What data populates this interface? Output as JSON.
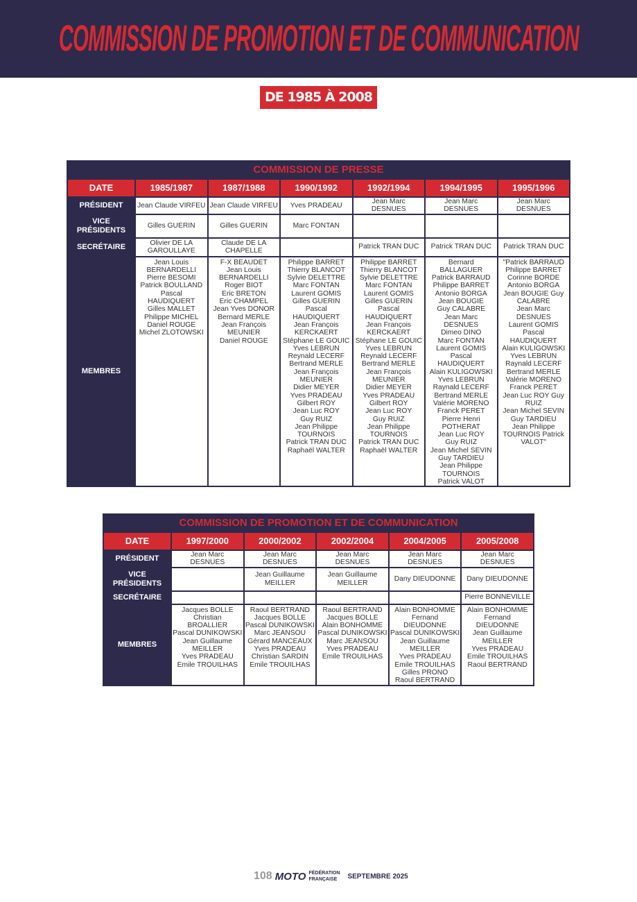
{
  "header": {
    "title": "COMMISSION DE PROMOTION ET DE COMMUNICATION",
    "period": "DE 1985 À 2008"
  },
  "labels": {
    "date": "DATE",
    "president": "PRÉSIDENT",
    "vice": "VICE PRÉSIDENTS",
    "secretary": "SECRÉTAIRE",
    "members": "MEMBRES"
  },
  "tables": [
    {
      "title": "COMMISSION DE PRESSE",
      "columns": [
        {
          "date": "1985/1987",
          "president": "Jean Claude VIRFEU",
          "vice": "Gilles GUERIN",
          "secretary": "Olivier DE LA GAROULLAYE",
          "members": [
            "Jean Louis BERNARDELLI",
            "Pierre BESOMI",
            "Patrick BOULLAND",
            "Pascal HAUDIQUERT",
            "Gilles MALLET",
            "Philippe MICHEL",
            "Daniel ROUGE",
            "Michel ZLOTOWSKI"
          ]
        },
        {
          "date": "1987/1988",
          "president": "Jean Claude VIRFEU",
          "vice": "Gilles GUERIN",
          "secretary": "Claude DE LA CHAPELLE",
          "members": [
            "F-X BEAUDET",
            "Jean Louis BERNARDELLI",
            "Roger BIOT",
            "Eric BRETON",
            "Eric CHAMPEL",
            "Jean Yves DONOR",
            "Bernard MERLE",
            "Jean François MEUNIER",
            "Daniel ROUGE"
          ]
        },
        {
          "date": "1990/1992",
          "president": "Yves PRADEAU",
          "vice": "Marc FONTAN",
          "secretary": "",
          "members": [
            "Philippe BARRET",
            "Thierry BLANCOT",
            "Sylvie DELETTRE",
            "Marc FONTAN",
            "Laurent GOMIS",
            "Gilles GUERIN",
            "Pascal HAUDIQUERT",
            "Jean François KERCKAERT",
            "Stéphane LE GOUIC",
            "Yves LEBRUN",
            "Reynald LECERF",
            "Bertrand MERLE",
            "Jean François MEUNIER",
            "Didier MEYER",
            "Yves PRADEAU",
            "Gilbert ROY",
            "Jean Luc ROY",
            "Guy RUIZ",
            "Jean Philippe TOURNOIS",
            "Patrick TRAN DUC",
            "Raphaël WALTER"
          ]
        },
        {
          "date": "1992/1994",
          "president": "Jean Marc DESNUES",
          "vice": "",
          "secretary": "Patrick TRAN DUC",
          "members": [
            "Philippe BARRET",
            "Thierry BLANCOT",
            "Sylvie DELETTRE",
            "Marc FONTAN",
            "Laurent GOMIS",
            "Gilles GUERIN",
            "Pascal HAUDIQUERT",
            "Jean François KERCKAERT",
            "Stéphane LE GOUIC",
            "Yves LEBRUN",
            "Reynald LECERF",
            "Bertrand MERLE",
            "Jean François MEUNIER",
            "Didier MEYER",
            "Yves PRADEAU",
            "Gilbert ROY",
            "Jean Luc ROY",
            "Guy RUIZ",
            "Jean Philippe TOURNOIS",
            "Patrick TRAN DUC",
            "Raphaël WALTER"
          ]
        },
        {
          "date": "1994/1995",
          "president": "Jean Marc DESNUES",
          "vice": "",
          "secretary": "Patrick TRAN DUC",
          "members": [
            "Bernard BALLAGUER",
            "Patrick BARRAUD",
            "Philippe BARRET",
            "Antonio BORGA",
            "Jean BOUGIE",
            "Guy CALABRE",
            "Jean Marc DESNUES",
            "Dimeo DINO",
            "Marc FONTAN",
            "Laurent GOMIS",
            "Pascal HAUDIQUERT",
            "Alain KULIGOWSKI",
            "Yves LEBRUN",
            "Raynald LECERF",
            "Bertrand MERLE",
            "Valérie MORENO",
            "Franck PERET",
            "Pierre Henri POTHERAT",
            "Jean Luc ROY",
            "Guy RUIZ",
            "Jean Michel SEVIN",
            "Guy TARDIEU",
            "Jean Philippe TOURNOIS",
            "Patrick VALOT"
          ]
        },
        {
          "date": "1995/1996",
          "president": "Jean Marc DESNUES",
          "vice": "",
          "secretary": "Patrick TRAN DUC",
          "members": [
            "\"Patrick BARRAUD",
            "Philippe BARRET",
            "Corinne BORDE",
            "Antonio BORGA",
            "Jean BOUGIE Guy CALABRE",
            "Jean Marc DESNUES",
            "Laurent GOMIS",
            "Pascal HAUDIQUERT",
            "Alain KULIGOWSKI",
            "Yves LEBRUN",
            "Raynald LECERF",
            "Bertrand MERLE",
            "Valérie MORENO",
            "Franck PERET",
            "Jean Luc ROY Guy RUIZ",
            "Jean Michel SEVIN",
            "Guy TARDIEU",
            "Jean Philippe TOURNOIS Patrick VALOT\""
          ]
        }
      ]
    },
    {
      "title": "COMMISSION DE PROMOTION ET DE COMMUNICATION",
      "columns": [
        {
          "date": "1997/2000",
          "president": "Jean Marc DESNUES",
          "vice": "",
          "secretary": "",
          "members": [
            "Jacques BOLLE",
            "Christian BROALLIER",
            "Pascal DUNIKOWSKI",
            "Jean Guillaume MEILLER",
            "Yves PRADEAU",
            "Emile TROUILHAS"
          ]
        },
        {
          "date": "2000/2002",
          "president": "Jean Marc DESNUES",
          "vice": "Jean Guillaume MEILLER",
          "secretary": "",
          "members": [
            "Raoul BERTRAND",
            "Jacques BOLLE",
            "Pascal DUNIKOWSKI",
            "Marc JEANSOU",
            "Gérard MANCEAUX",
            "Yves PRADEAU",
            "Christian SARDIN",
            "Emile TROUILHAS"
          ]
        },
        {
          "date": "2002/2004",
          "president": "Jean Marc DESNUES",
          "vice": "Jean Guillaume MEILLER",
          "secretary": "",
          "members": [
            "Raoul BERTRAND",
            "Jacques BOLLE",
            "Alain BONHOMME",
            "Pascal DUNIKOWSKI",
            "Marc JEANSOU",
            "Yves PRADEAU",
            "Emile TROUILHAS"
          ]
        },
        {
          "date": "2004/2005",
          "president": "Jean Marc DESNUES",
          "vice": "Dany DIEUDONNE",
          "secretary": "",
          "members": [
            "Alain BONHOMME",
            "Fernand DIEUDONNE",
            "Pascal DUNIKOWSKI",
            "Jean Guillaume MEILLER",
            "Yves PRADEAU",
            "Emile TROUILHAS",
            "Gilles PRONO",
            "Raoul BERTRAND"
          ]
        },
        {
          "date": "2005/2008",
          "president": "Jean Marc DESNUES",
          "vice": "Dany DIEUDONNE",
          "secretary": "Pierre BONNEVILLE",
          "members": [
            "Alain BONHOMME",
            "Fernand DIEUDONNE",
            "Jean Guillaume MEILLER",
            "Yves PRADEAU",
            "Emile TROUILHAS",
            "Raoul BERTRAND"
          ]
        }
      ]
    }
  ],
  "footer": {
    "page": "108",
    "logo": "MOTO",
    "federation": "FÉDÉRATION FRANÇAISE",
    "date": "SEPTEMBRE 2025"
  }
}
